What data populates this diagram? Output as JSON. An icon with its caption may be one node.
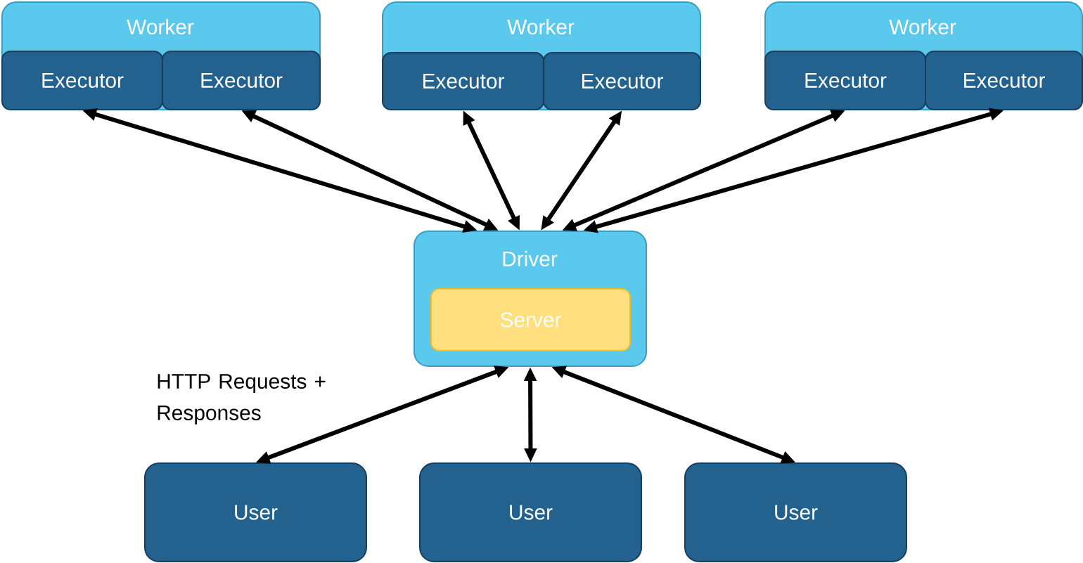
{
  "diagram": {
    "nodes": [
      {
        "text": [
          "Worker"
        ]
      },
      {
        "text": [
          "Executor"
        ],
        "in": 0
      },
      {
        "text": [
          "Executor"
        ],
        "in": 0
      },
      {
        "text": [
          "Worker"
        ]
      },
      {
        "text": [
          "Executor"
        ],
        "in": 3
      },
      {
        "text": [
          "Executor"
        ],
        "in": 3
      },
      {
        "text": [
          "Worker"
        ]
      },
      {
        "text": [
          "Executor"
        ],
        "in": 6
      },
      {
        "text": [
          "Executor"
        ],
        "in": 6
      },
      {
        "text": [
          "Driver"
        ]
      },
      {
        "text": [
          "Server"
        ],
        "in": 9
      },
      {
        "text": [
          "User"
        ]
      },
      {
        "text": [
          "User"
        ]
      },
      {
        "text": [
          "User"
        ]
      }
    ],
    "edges": [
      {
        "from": 9,
        "to": 1,
        "arrow": "both"
      },
      {
        "from": 9,
        "to": 2,
        "arrow": "both"
      },
      {
        "from": 9,
        "to": 4,
        "arrow": "both"
      },
      {
        "from": 9,
        "to": 5,
        "arrow": "both"
      },
      {
        "from": 9,
        "to": 7,
        "arrow": "both"
      },
      {
        "from": 9,
        "to": 8,
        "arrow": "both"
      },
      {
        "from": 9,
        "to": 11,
        "arrow": "both"
      },
      {
        "from": 9,
        "to": 12,
        "arrow": "both"
      },
      {
        "from": 9,
        "to": 13,
        "arrow": "both"
      }
    ],
    "labels": [
      "HTTP Requests + Responses"
    ]
  }
}
